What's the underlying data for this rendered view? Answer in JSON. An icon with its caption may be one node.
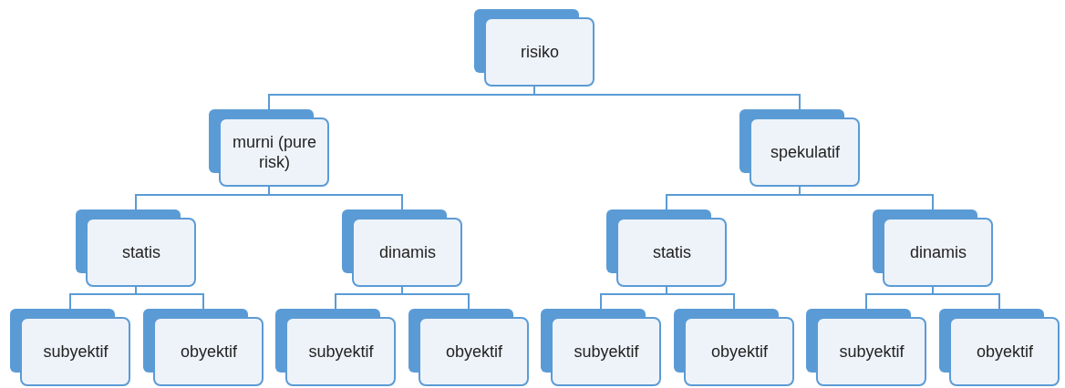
{
  "diagram": {
    "nodes": [
      {
        "text": [
          "risiko"
        ]
      },
      {
        "text": [
          "murni (pure risk)"
        ]
      },
      {
        "text": [
          "spekulatif"
        ]
      },
      {
        "text": [
          "statis"
        ]
      },
      {
        "text": [
          "dinamis"
        ]
      },
      {
        "text": [
          "statis"
        ]
      },
      {
        "text": [
          "dinamis"
        ]
      },
      {
        "text": [
          "subyektif"
        ]
      },
      {
        "text": [
          "obyektif"
        ]
      },
      {
        "text": [
          "subyektif"
        ]
      },
      {
        "text": [
          "obyektif"
        ]
      },
      {
        "text": [
          "subyektif"
        ]
      },
      {
        "text": [
          "obyektif"
        ]
      },
      {
        "text": [
          "subyektif"
        ]
      },
      {
        "text": [
          "obyektif"
        ]
      }
    ],
    "edges": [
      {
        "from": 0,
        "to": 1,
        "arrow": "none"
      },
      {
        "from": 0,
        "to": 2,
        "arrow": "none"
      },
      {
        "from": 1,
        "to": 3,
        "arrow": "none"
      },
      {
        "from": 1,
        "to": 4,
        "arrow": "none"
      },
      {
        "from": 2,
        "to": 5,
        "arrow": "none"
      },
      {
        "from": 2,
        "to": 6,
        "arrow": "none"
      },
      {
        "from": 3,
        "to": 7,
        "arrow": "none"
      },
      {
        "from": 3,
        "to": 8,
        "arrow": "none"
      },
      {
        "from": 4,
        "to": 9,
        "arrow": "none"
      },
      {
        "from": 4,
        "to": 10,
        "arrow": "none"
      },
      {
        "from": 5,
        "to": 11,
        "arrow": "none"
      },
      {
        "from": 5,
        "to": 12,
        "arrow": "none"
      },
      {
        "from": 6,
        "to": 13,
        "arrow": "none"
      },
      {
        "from": 6,
        "to": 14,
        "arrow": "none"
      }
    ]
  }
}
